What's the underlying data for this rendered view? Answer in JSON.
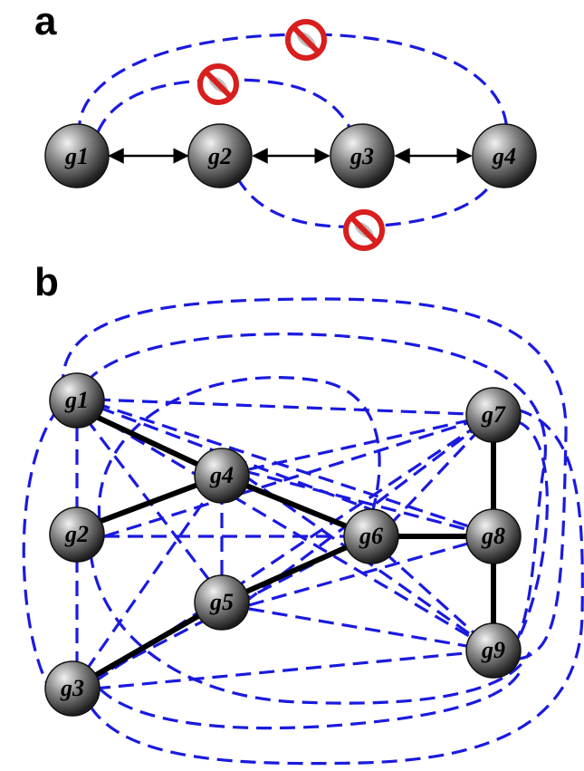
{
  "panels": {
    "a": {
      "letter": "a"
    },
    "b": {
      "letter": "b"
    }
  },
  "panel_a": {
    "nodes": [
      "g1",
      "g2",
      "g3",
      "g4"
    ],
    "edges_solid_bidirectional": [
      [
        "g1",
        "g2"
      ],
      [
        "g2",
        "g3"
      ],
      [
        "g3",
        "g4"
      ]
    ],
    "edges_forbidden": [
      [
        "g1",
        "g3"
      ],
      [
        "g1",
        "g4"
      ],
      [
        "g2",
        "g4"
      ]
    ],
    "forbidden_icon": "prohibited-icon"
  },
  "panel_b": {
    "nodes": [
      "g1",
      "g2",
      "g3",
      "g4",
      "g5",
      "g6",
      "g7",
      "g8",
      "g9"
    ],
    "edges_solid": [
      [
        "g1",
        "g4"
      ],
      [
        "g2",
        "g4"
      ],
      [
        "g4",
        "g6"
      ],
      [
        "g6",
        "g8"
      ],
      [
        "g7",
        "g8"
      ],
      [
        "g8",
        "g9"
      ],
      [
        "g3",
        "g5"
      ],
      [
        "g5",
        "g6"
      ]
    ],
    "edge_style_dashed_color": "#1a1adf",
    "node_color": "#3c3c3c"
  },
  "colors": {
    "dashed_edge": "#1a1adf",
    "solid_edge": "#000000",
    "node_dark": "#2a2a2a",
    "node_light": "#d8d8d8",
    "forbidden_red": "#d81e1e"
  }
}
